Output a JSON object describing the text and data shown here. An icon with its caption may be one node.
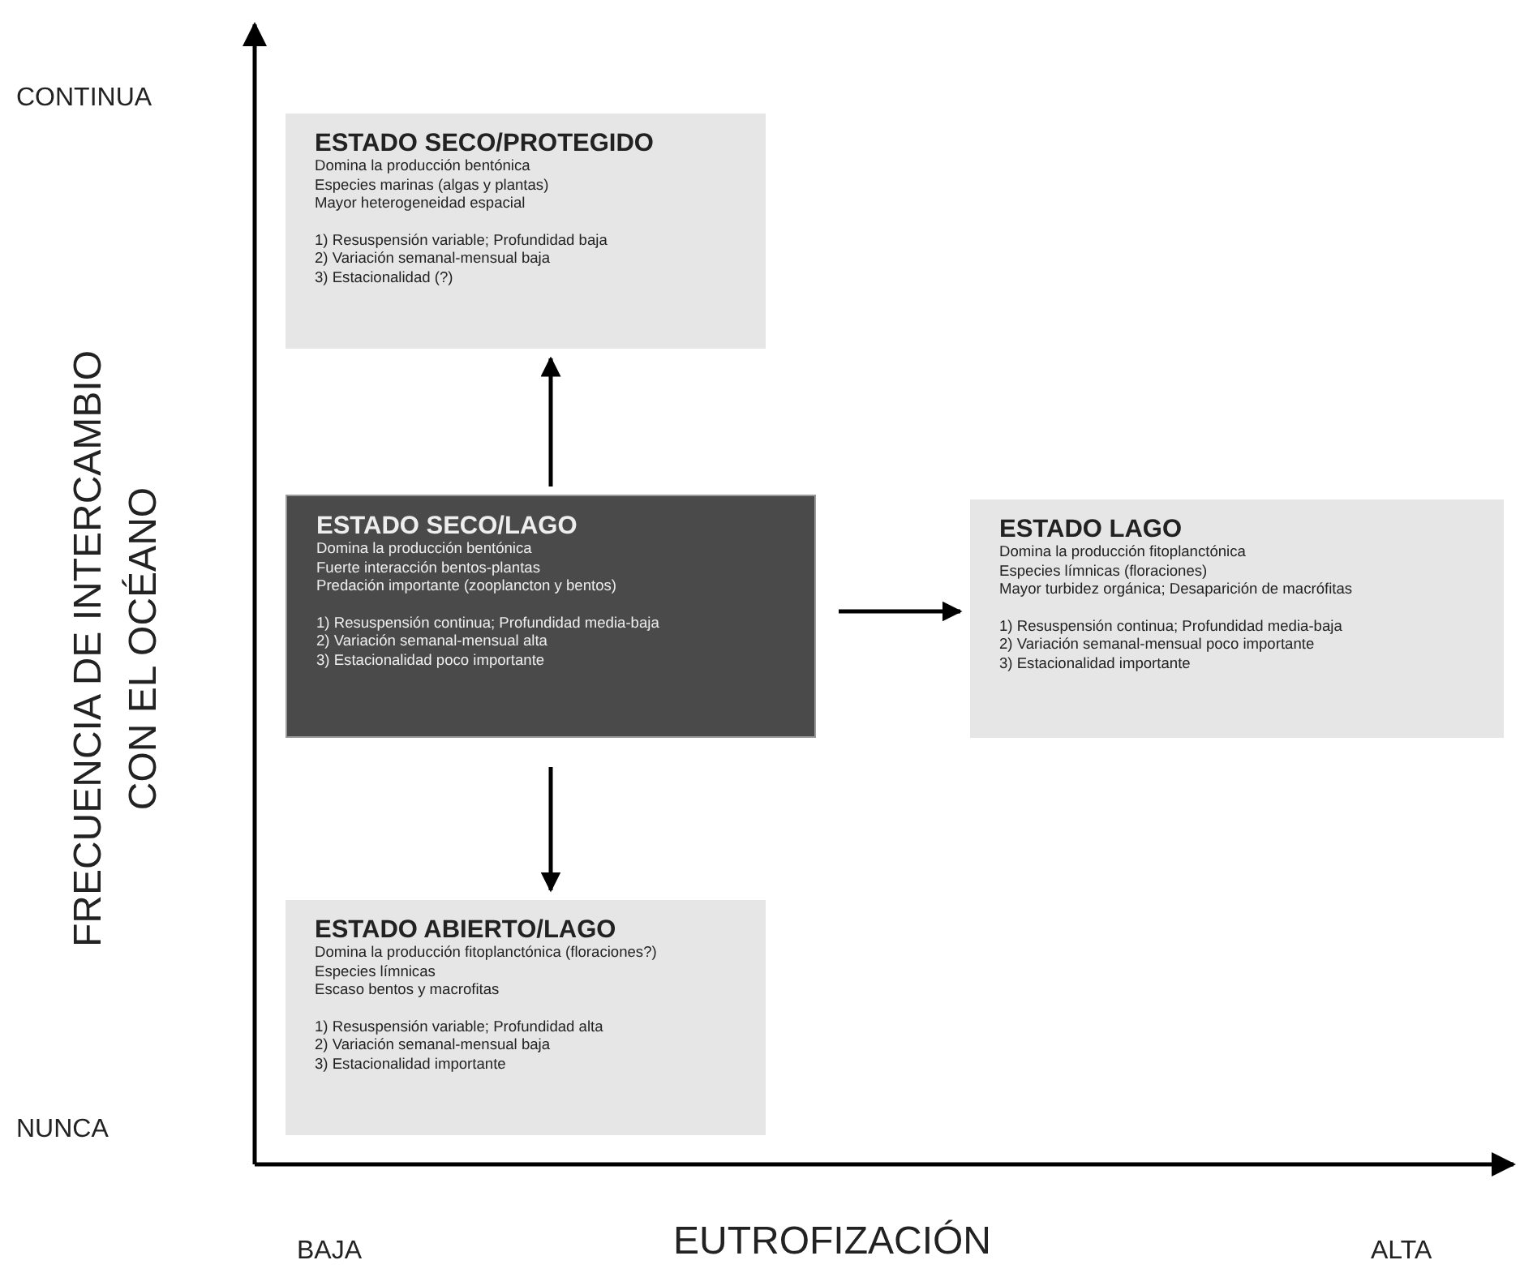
{
  "diagram": {
    "nodes": [
      {
        "text": [
          "ESTADO SECO/PROTEGIDO",
          "Domina la producción bentónica",
          "Especies marinas (algas y plantas)",
          "Mayor heterogeneidad espacial",
          "1) Resuspensión variable; Profundidad baja",
          "2) Variación semanal-mensual baja",
          "3) Estacionalidad (?)"
        ]
      },
      {
        "text": [
          "ESTADO SECO/LAGO",
          "Domina la producción bentónica",
          "Fuerte interacción bentos-plantas",
          "Predación importante (zooplancton y bentos)",
          "1) Resuspensión continua; Profundidad media-baja",
          "2) Variación semanal-mensual alta",
          "3) Estacionalidad poco importante"
        ]
      },
      {
        "text": [
          "ESTADO LAGO",
          "Domina la producción fitoplanctónica",
          "Especies límnicas (floraciones)",
          "Mayor turbidez orgánica; Desaparición de macrófitas",
          "1) Resuspensión continua; Profundidad media-baja",
          "2) Variación semanal-mensual poco importante",
          "3) Estacionalidad importante"
        ]
      },
      {
        "text": [
          "ESTADO ABIERTO/LAGO",
          "Domina la producción fitoplanctónica (floraciones?)",
          "Especies límnicas",
          "Escaso bentos y macrofitas",
          "1) Resuspensión variable; Profundidad alta",
          "2) Variación semanal-mensual baja",
          "3) Estacionalidad importante"
        ]
      }
    ],
    "edges": [
      {
        "from": 1,
        "to": 0,
        "arrow": "to"
      },
      {
        "from": 1,
        "to": 2,
        "arrow": "to"
      },
      {
        "from": 1,
        "to": 3,
        "arrow": "to"
      }
    ],
    "labels": [
      "CONTINUA",
      "FRECUENCIA DE INTERCAMBIO CON EL OCÉANO",
      "NUNCA",
      "BAJA",
      "EUTROFIZACIÓN",
      "ALTA"
    ]
  }
}
